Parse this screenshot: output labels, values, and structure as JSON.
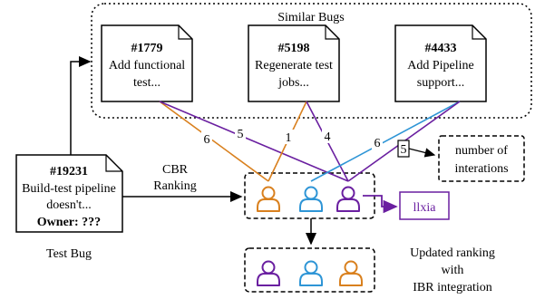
{
  "similar_bugs": {
    "title": "Similar Bugs",
    "bugs": [
      {
        "id": "#1779",
        "line1": "Add functional",
        "line2": "test..."
      },
      {
        "id": "#5198",
        "line1": "Regenerate test",
        "line2": "jobs..."
      },
      {
        "id": "#4433",
        "line1": "Add Pipeline",
        "line2": "support..."
      }
    ]
  },
  "test_bug": {
    "id": "#19231",
    "line1": "Build-test pipeline",
    "line2": "doesn't...",
    "owner": "Owner: ???",
    "caption": "Test Bug"
  },
  "cbr": {
    "line1": "CBR",
    "line2": "Ranking"
  },
  "edges": {
    "e1": "6",
    "e2": "5",
    "e3": "1",
    "e4": "4",
    "e5": "6",
    "e6": "5"
  },
  "iterations_note": {
    "line1": "number of",
    "line2": "interations"
  },
  "assignee": "llxia",
  "updated": {
    "line1": "Updated ranking",
    "line2": "with",
    "line3": "IBR integration"
  },
  "colors": {
    "orange": "#D9801E",
    "blue": "#2E95D6",
    "purple": "#6A1FA0",
    "black": "#000000"
  }
}
